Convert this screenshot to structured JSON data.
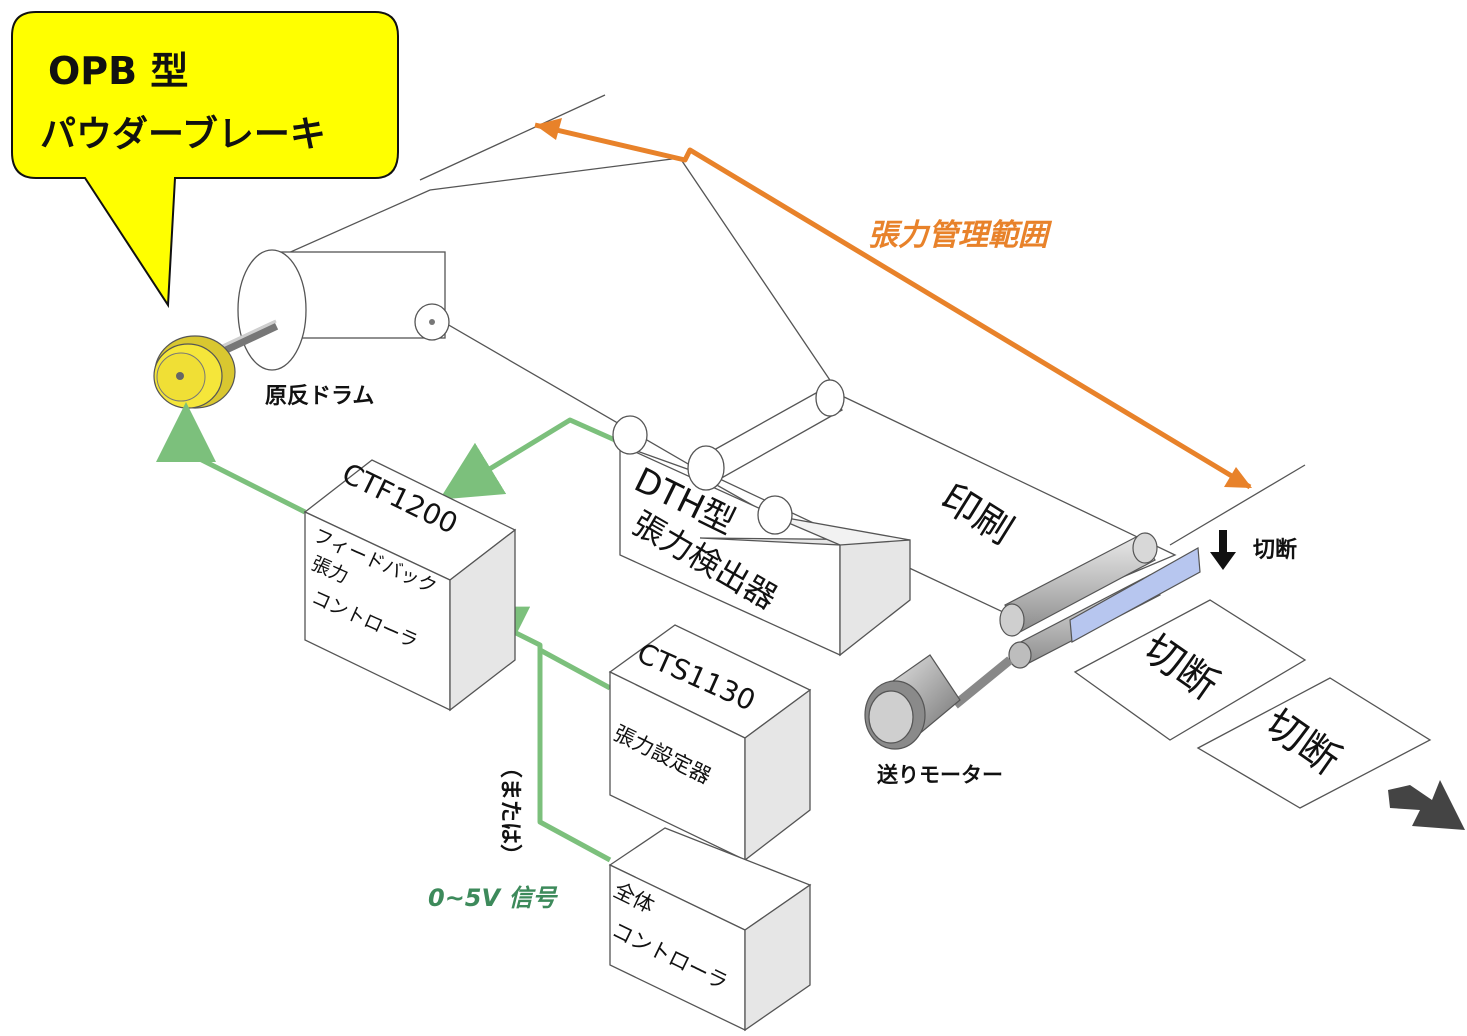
{
  "colors": {
    "bubble_fill": "#ffff00",
    "bubble_stroke": "#111111",
    "orange": "#e8822a",
    "green": "#7cc07c",
    "green_text": "#3d8a5b",
    "brake": "#f5e63a",
    "cutter_blue": "#b7c6ef"
  },
  "callout": {
    "line1": "OPB 型",
    "line2": "パウダーブレーキ"
  },
  "labels": {
    "drum": "原反ドラム",
    "tension_range": "張力管理範囲",
    "print": "印刷",
    "cut_top": "切断",
    "cut_sheet1": "切断",
    "cut_sheet2": "切断",
    "feed_motor": "送りモーター",
    "or": "（または）",
    "signal": "0~5V 信号"
  },
  "boxes": {
    "ctf": {
      "model": "CTF1200",
      "line1": "フィードバック",
      "line2": "張力",
      "line3": "コントローラ"
    },
    "dth": {
      "line1": "DTH型",
      "line2": "張力検出器"
    },
    "cts": {
      "model": "CTS1130",
      "line1": "張力設定器"
    },
    "overall": {
      "line1": "全体",
      "line2": "コントローラ"
    }
  },
  "icons": [
    "speech-bubble",
    "powder-brake-icon",
    "down-arrow-icon",
    "exit-arrow-icon"
  ]
}
